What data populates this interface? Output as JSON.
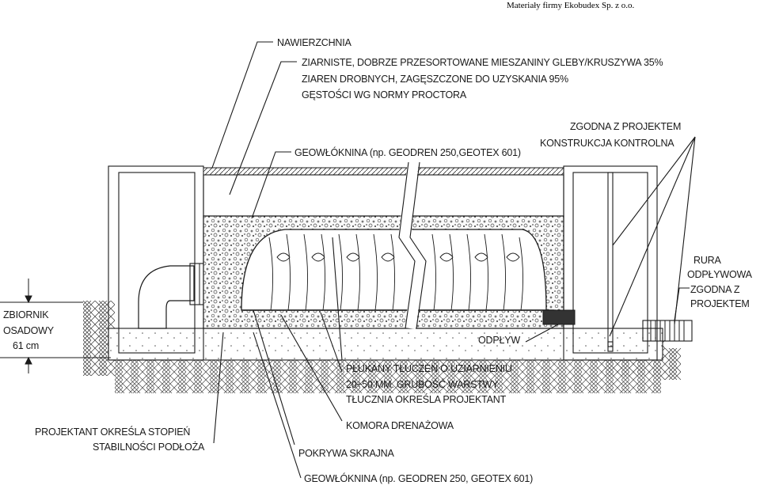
{
  "header": {
    "credit": "Materiały firmy Ekobudex Sp. z o.o."
  },
  "labels": {
    "nawierzchnia": "NAWIERZCHNIA",
    "backfill_1": "ZIARNISTE, DOBRZE PRZESORTOWANE MIESZANINY GLEBY/KRUSZYWA 35%",
    "backfill_2": "ZIAREN DROBNYCH, ZAGĘSZCZONE DO UZYSKANIA 95%",
    "backfill_3": "GĘSTOŚCI WG NORMY PROCTORA",
    "geowloknina_top": "GEOWŁÓKNINA (np. GEODREN 250,GEOTEX 601)",
    "control_1": "ZGODNA Z PROJEKTEM",
    "control_2": "KONSTRUKCJA KONTROLNA",
    "outlet_pipe_1": "RURA",
    "outlet_pipe_2": "ODPŁYWOWA",
    "outlet_pipe_3": "ZGODNA Z",
    "outlet_pipe_4": "PROJEKTEM",
    "tank_1": "ZBIORNIK",
    "tank_2": "OSADOWY",
    "tank_3": "61 cm",
    "odplyw": "ODPŁYW",
    "stone_1": "PŁUKANY TŁUCZEŃ O UZIARNIENIU",
    "stone_2": "20÷50 MM. GRUBOŚĆ WARSTWY",
    "stone_3": "TŁUCZNIA OKREŚLA PROJEKTANT",
    "komora": "KOMORA DRENAŻOWA",
    "subgrade_1": "PROJEKTANT OKREŚLA STOPIEŃ",
    "subgrade_2": "STABILNOŚCI PODŁOŻA",
    "pokrywa": "POKRYWA SKRAJNA",
    "geowloknina_bottom": "GEOWŁÓKNINA (np. GEODREN 250, GEOTEX 601)"
  }
}
